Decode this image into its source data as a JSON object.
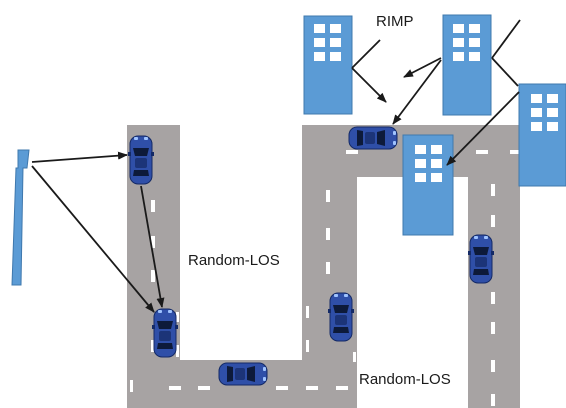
{
  "labels": {
    "rimp": "RIMP",
    "random_los_middle": "Random-LOS",
    "random_los_bottom": "Random-LOS"
  },
  "colors": {
    "road": "#a7a3a3",
    "lane_mark": "#ffffff",
    "building": "#5b9bd5",
    "building_edge": "#3f78ad",
    "window": "#ffffff",
    "car": "#2f4fa8",
    "car_dark": "#0d1a3a",
    "arrow": "#1a1a1a"
  },
  "icons": {
    "tower": "base-station-tower-icon",
    "building": "building-icon",
    "car": "car-icon"
  }
}
